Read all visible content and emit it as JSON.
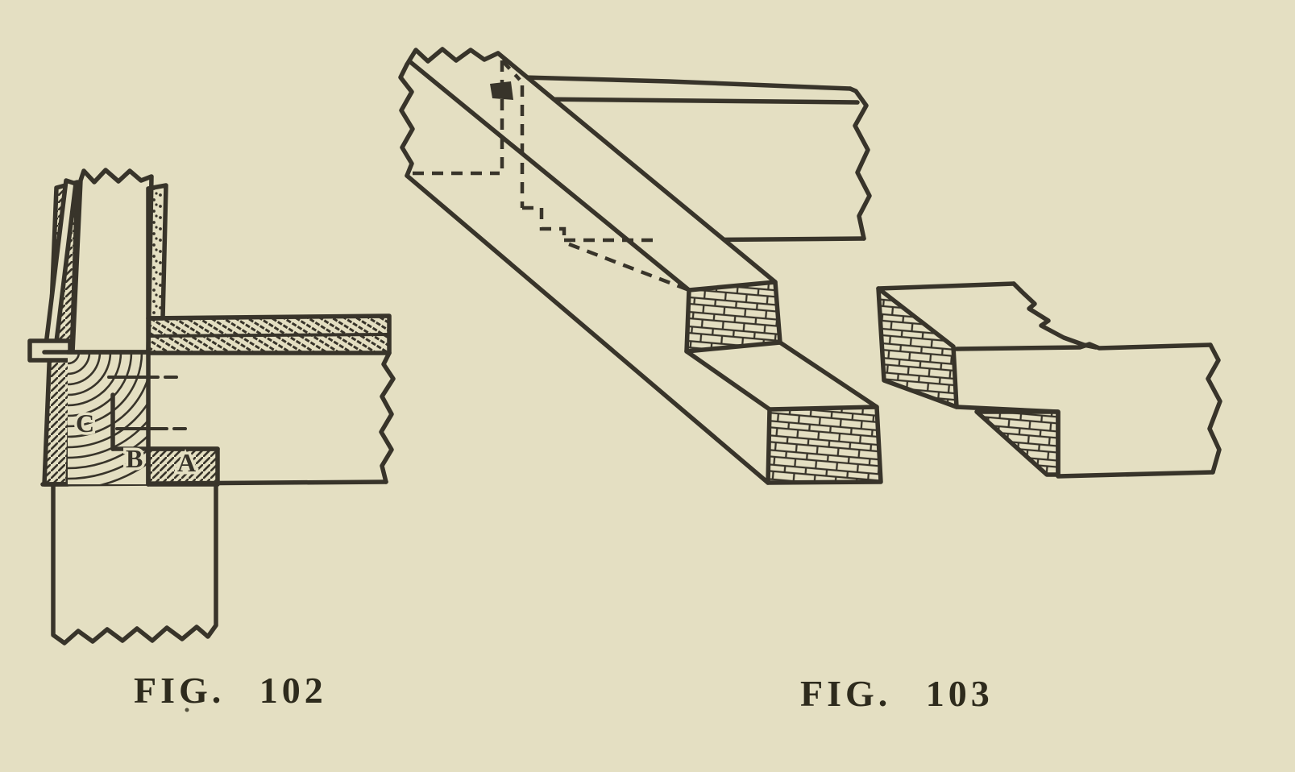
{
  "page": {
    "paper_color": "#e4dfc2",
    "ink_color": "#38342a"
  },
  "figures": [
    {
      "id": "fig102",
      "caption": "FIG. 102",
      "labels": {
        "c": "C",
        "b": "B",
        "a": "A"
      }
    },
    {
      "id": "fig103",
      "caption": "FIG. 103"
    }
  ]
}
